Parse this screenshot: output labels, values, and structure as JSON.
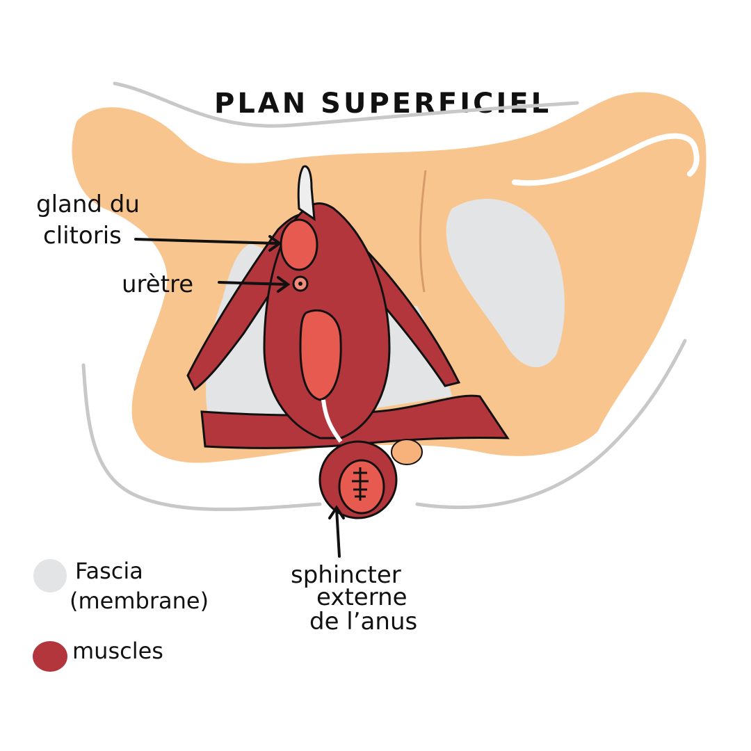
{
  "title": "PLAN SUPERFICIEL",
  "labels": {
    "clitoris_line1": "gland du",
    "clitoris_line2": "clitoris",
    "uretre": "urètre",
    "sphincter_line1": "sphincter",
    "sphincter_line2": "externe",
    "sphincter_line3": "de l’anus"
  },
  "legend": [
    {
      "label_line1": "Fascia",
      "label_line2": "(membrane)",
      "color": "#e3e4e5"
    },
    {
      "label_line1": "muscles",
      "color": "#b2363b"
    }
  ],
  "colors": {
    "skin": "#f9c58f",
    "fascia": "#e3e4e5",
    "muscle": "#b2363b",
    "muscle_light": "#e65a4f",
    "outline": "#111111",
    "body_outline": "#c8c8c8"
  }
}
